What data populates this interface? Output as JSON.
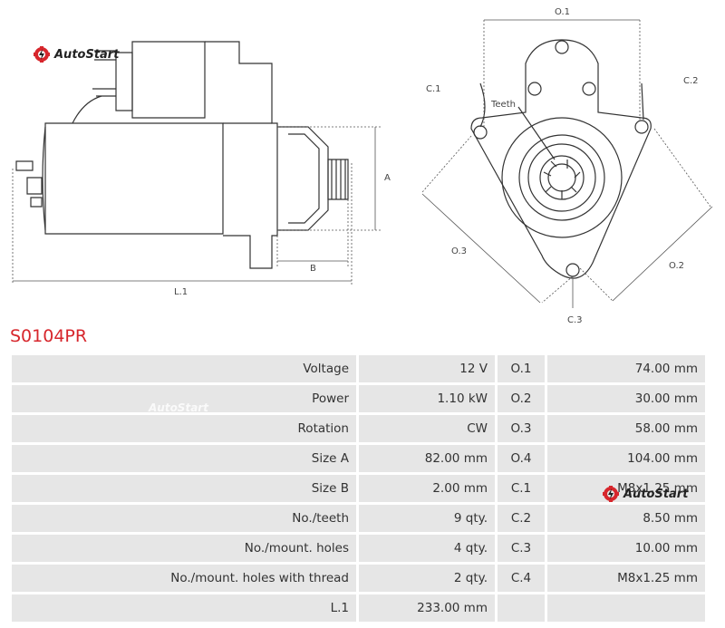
{
  "brand": {
    "name": "AutoStart"
  },
  "part_code": "S0104PR",
  "drawing": {
    "side_labels": {
      "a": "A",
      "b": "B",
      "l1": "L.1"
    },
    "front_labels": {
      "o1": "O.1",
      "o2": "O.2",
      "o3": "O.3",
      "c1": "C.1",
      "c2": "C.2",
      "c3": "C.3",
      "teeth": "Teeth"
    }
  },
  "specs": [
    {
      "label": "Voltage",
      "value": "12 V",
      "code": "O.1",
      "dim": "74.00 mm"
    },
    {
      "label": "Power",
      "value": "1.10 kW",
      "code": "O.2",
      "dim": "30.00 mm"
    },
    {
      "label": "Rotation",
      "value": "CW",
      "code": "O.3",
      "dim": "58.00 mm"
    },
    {
      "label": "Size A",
      "value": "82.00 mm",
      "code": "O.4",
      "dim": "104.00 mm"
    },
    {
      "label": "Size B",
      "value": "2.00 mm",
      "code": "C.1",
      "dim": "M8x1.25 mm"
    },
    {
      "label": "No./teeth",
      "value": "9 qty.",
      "code": "C.2",
      "dim": "8.50 mm"
    },
    {
      "label": "No./mount. holes",
      "value": "4 qty.",
      "code": "C.3",
      "dim": "10.00 mm"
    },
    {
      "label": "No./mount. holes with thread",
      "value": "2 qty.",
      "code": "C.4",
      "dim": "M8x1.25 mm"
    },
    {
      "label": "L.1",
      "value": "233.00 mm",
      "code": "",
      "dim": ""
    }
  ],
  "colors": {
    "brand_red": "#d7262c",
    "cell_bg": "#e6e6e6"
  }
}
